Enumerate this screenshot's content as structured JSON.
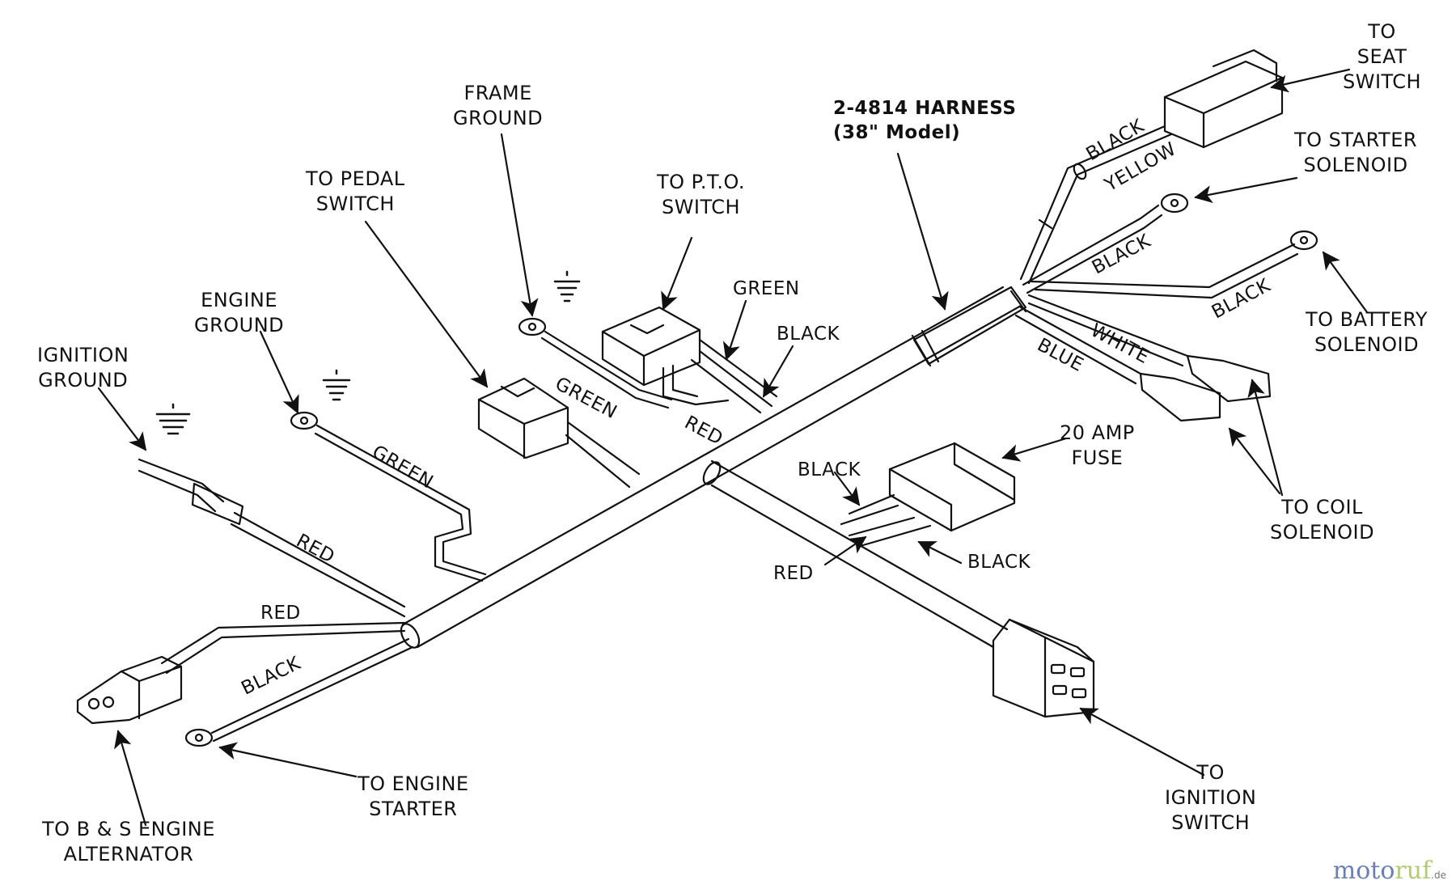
{
  "harness": {
    "title_line1": "2-4814 HARNESS",
    "title_line2": "(38\" Model)"
  },
  "labels": {
    "to_seat_switch": [
      "TO",
      "SEAT",
      "SWITCH"
    ],
    "to_starter_solenoid": [
      "TO STARTER",
      "SOLENOID"
    ],
    "to_battery_solenoid": [
      "TO BATTERY",
      "SOLENOID"
    ],
    "to_coil_solenoid": [
      "TO COIL",
      "SOLENOID"
    ],
    "fuse": [
      "20 AMP",
      "FUSE"
    ],
    "to_ignition_switch": [
      "TO",
      "IGNITION",
      "SWITCH"
    ],
    "to_engine_starter": [
      "TO ENGINE",
      "STARTER"
    ],
    "to_alternator": [
      "TO B & S  ENGINE",
      "ALTERNATOR"
    ],
    "ignition_ground": [
      "IGNITION",
      "GROUND"
    ],
    "engine_ground": [
      "ENGINE",
      "GROUND"
    ],
    "to_pedal_switch": [
      "TO PEDAL",
      "SWITCH"
    ],
    "frame_ground": [
      "FRAME",
      "GROUND"
    ],
    "to_pto_switch": [
      "TO P.T.O.",
      "SWITCH"
    ]
  },
  "wire_colors": {
    "black_seat": "BLACK",
    "yellow_seat": "YELLOW",
    "black_starter": "BLACK",
    "black_battery": "BLACK",
    "white_coil": "WHITE",
    "blue_coil": "BLUE",
    "green_pto": "GREEN",
    "black_pto": "BLACK",
    "green_frame": "GREEN",
    "red_pto": "RED",
    "green_engine": "GREEN",
    "red_ignition": "RED",
    "red_alternator": "RED",
    "black_starter_engine": "BLACK",
    "black_fuse_top": "BLACK",
    "red_fuse": "RED",
    "black_fuse_right": "BLACK"
  },
  "watermark": {
    "part1": "moto",
    "part2": "ruf",
    "suffix": ".de"
  },
  "colors": {
    "ink": "#111111",
    "background": "#ffffff",
    "watermark_blue": "#6b7fb5",
    "watermark_green": "#b3c97a"
  }
}
